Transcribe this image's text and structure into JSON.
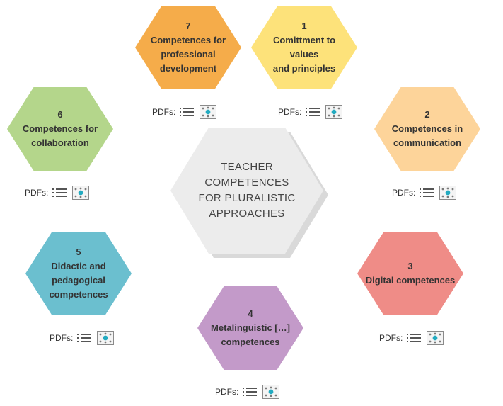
{
  "center": {
    "lines": [
      "TEACHER",
      "COMPETENCES",
      "FOR PLURALISTIC",
      "APPROACHES"
    ],
    "color": "#ececec"
  },
  "pdfs_label": "PDFs:",
  "icons": {
    "list": "list-icon",
    "map": "mindmap-icon"
  },
  "competences": [
    {
      "number": "1",
      "lines": [
        "Comittment to values",
        "and principles"
      ],
      "color": "#fde27a"
    },
    {
      "number": "2",
      "lines": [
        "Competences in",
        "communication"
      ],
      "color": "#fdd49a"
    },
    {
      "number": "3",
      "lines": [
        "Digital competences"
      ],
      "color": "#ef8c87"
    },
    {
      "number": "4",
      "lines": [
        "Metalinguistic […]",
        "competences"
      ],
      "color": "#c39ac9"
    },
    {
      "number": "5",
      "lines": [
        "Didactic and",
        "pedagogical",
        "competences"
      ],
      "color": "#6bbfcf"
    },
    {
      "number": "6",
      "lines": [
        "Competences for",
        "collaboration"
      ],
      "color": "#b4d68b"
    },
    {
      "number": "7",
      "lines": [
        "Competences for",
        "professional",
        "development"
      ],
      "color": "#f5ac4a"
    }
  ]
}
